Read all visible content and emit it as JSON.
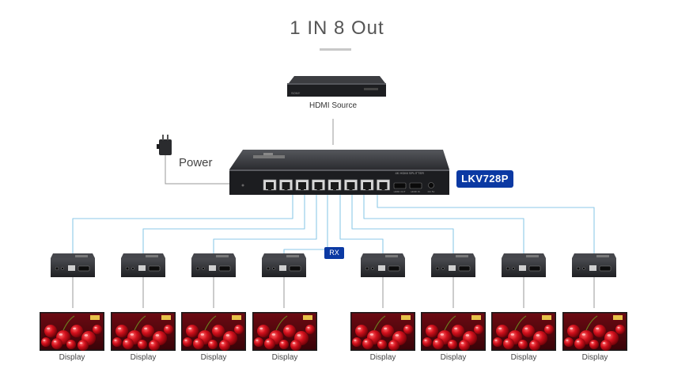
{
  "title": "1 IN 8 Out",
  "source": {
    "label": "HDMI Source",
    "brand_text": "SONY"
  },
  "power": {
    "label": "Power"
  },
  "splitter": {
    "model": "LKV728P",
    "front_text": "4K HDMI SPLITTER",
    "port_labels": [
      "HDMI OUT",
      "HDMI IN",
      "DC 5V"
    ],
    "rj45_port_count": 8
  },
  "rx": {
    "label": "RX"
  },
  "receivers": [
    {
      "display_label": "Display"
    },
    {
      "display_label": "Display"
    },
    {
      "display_label": "Display"
    },
    {
      "display_label": "Display"
    },
    {
      "display_label": "Display"
    },
    {
      "display_label": "Display"
    },
    {
      "display_label": "Display"
    },
    {
      "display_label": "Display"
    }
  ],
  "colors": {
    "cable": "#8ec9e8",
    "connector_line": "#9a9a9a",
    "badge": "#0b39a3",
    "device_body": "#2c2d30",
    "device_top": "#3a3b3f"
  },
  "icons": {
    "source": "blu-ray-player-icon",
    "adapter": "power-adapter-icon",
    "splitter": "hdmi-splitter-icon",
    "receiver": "hdmi-receiver-icon",
    "display": "cherry-display-icon"
  }
}
